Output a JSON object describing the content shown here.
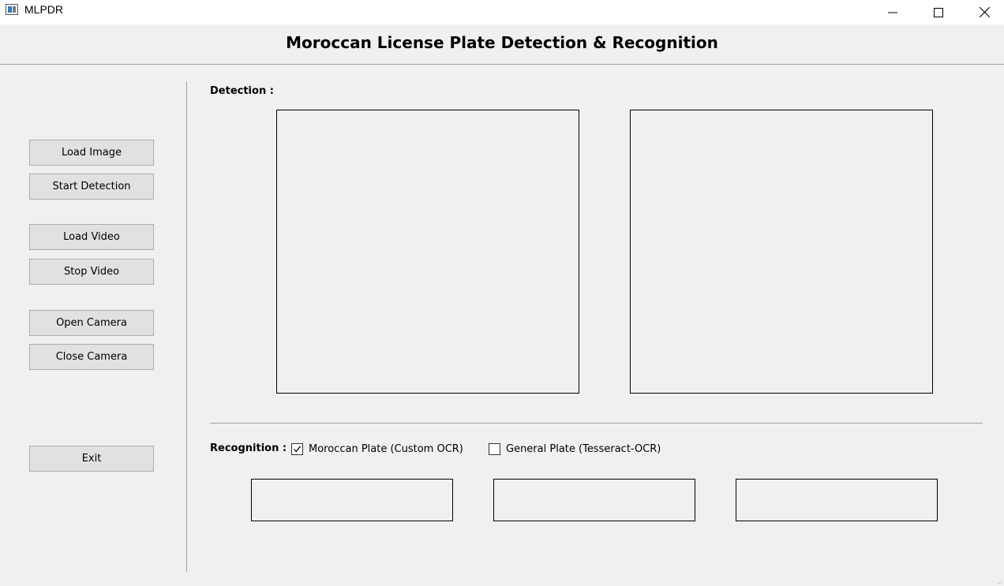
{
  "window": {
    "title": "MLPDR",
    "controls": [
      "minimize-icon",
      "maximize-icon",
      "close-icon"
    ]
  },
  "header": {
    "title": "Moroccan License Plate Detection & Recognition"
  },
  "sidebar": {
    "buttons": [
      {
        "label": "Load Image"
      },
      {
        "label": "Start Detection"
      },
      {
        "label": "Load Video"
      },
      {
        "label": "Stop Video"
      },
      {
        "label": "Open Camera"
      },
      {
        "label": "Close Camera"
      },
      {
        "label": "Exit"
      }
    ]
  },
  "detection": {
    "label": "Detection :"
  },
  "recognition": {
    "label": "Recognition :",
    "options": [
      {
        "label": "Moroccan Plate (Custom OCR)",
        "checked": true
      },
      {
        "label": "General Plate (Tesseract-OCR)",
        "checked": false
      }
    ],
    "results": [
      "",
      "",
      ""
    ]
  }
}
